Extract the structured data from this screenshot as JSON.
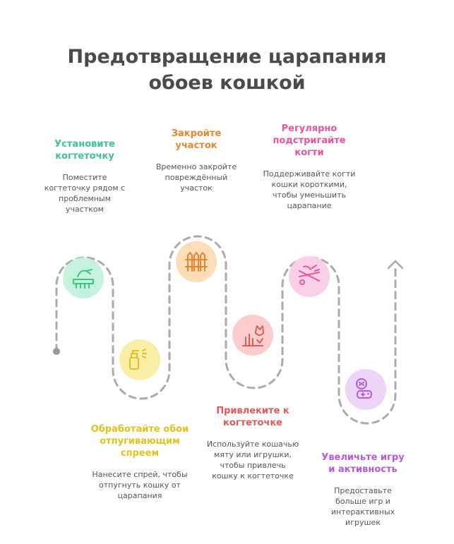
{
  "title_lines": [
    "Предотвращение царапания",
    "обоев кошкой"
  ],
  "colors": {
    "path": "#aaaaaa",
    "text": "#555555",
    "title": "#4a4a4a"
  },
  "steps": [
    {
      "title": "Установите когтеточку",
      "desc": "Поместите когтеточку рядом с проблемным участком",
      "color": "#3cc48b",
      "circle": "#c6f2dd",
      "icon": "scratching-post-icon"
    },
    {
      "title": "Обработайте обои отпугивающим спреем",
      "desc": "Нанесите спрей, чтобы отпугнуть кошку от царапания",
      "color": "#e3c21b",
      "circle": "#f8eea6",
      "icon": "spray-bottle-icon"
    },
    {
      "title": "Закройте участок",
      "desc": "Временно закройте повреждённый участок",
      "color": "#e8862f",
      "circle": "#fddcb8",
      "icon": "fence-icon"
    },
    {
      "title": "Привлеките к когтеточке",
      "desc": "Используйте кошачью мяту или игрушки, чтобы привлечь кошку к когтеточке",
      "color": "#e45a5a",
      "circle": "#fbcdcd",
      "icon": "catnip-icon"
    },
    {
      "title": "Регулярно подстригайте когти",
      "desc": "Поддерживайте когти кошки короткими, чтобы уменьшить царапание",
      "color": "#e8559b",
      "circle": "#fbd0e6",
      "icon": "nail-clipper-icon"
    },
    {
      "title": "Увеличьте игру и активность",
      "desc": "Предоставьте больше игр и интерактивных игрушек",
      "color": "#b65bd6",
      "circle": "#ecd4f7",
      "icon": "toy-icon"
    }
  ]
}
